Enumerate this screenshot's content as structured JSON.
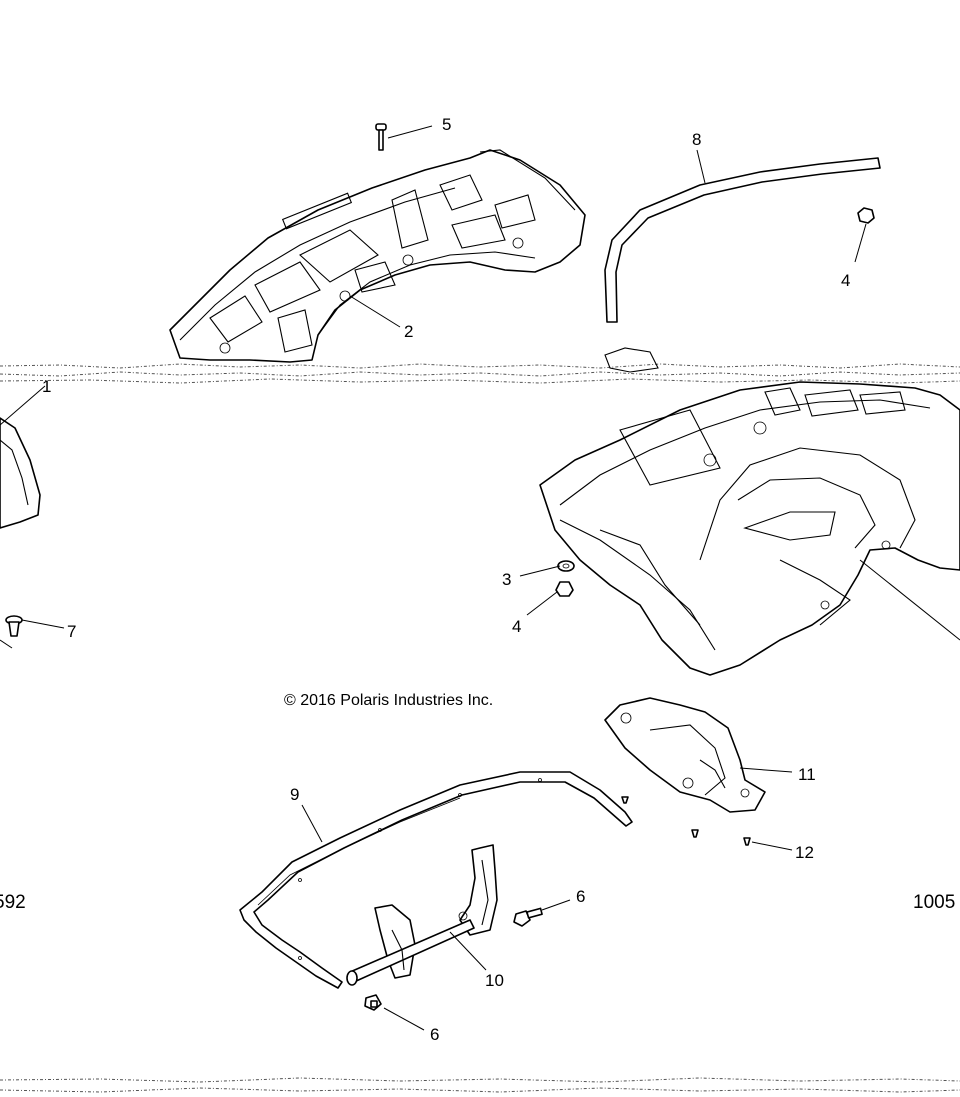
{
  "copyright": "© 2016 Polaris Industries Inc.",
  "figure_codes": {
    "left": "592",
    "right": "1005"
  },
  "callouts": {
    "c1": "1",
    "c2": "2",
    "c3": "3",
    "c4a": "4",
    "c4b": "4",
    "c5": "5",
    "c6a": "6",
    "c6b": "6",
    "c7": "7",
    "c8": "8",
    "c9": "9",
    "c10": "10",
    "c11": "11",
    "c12": "12"
  }
}
